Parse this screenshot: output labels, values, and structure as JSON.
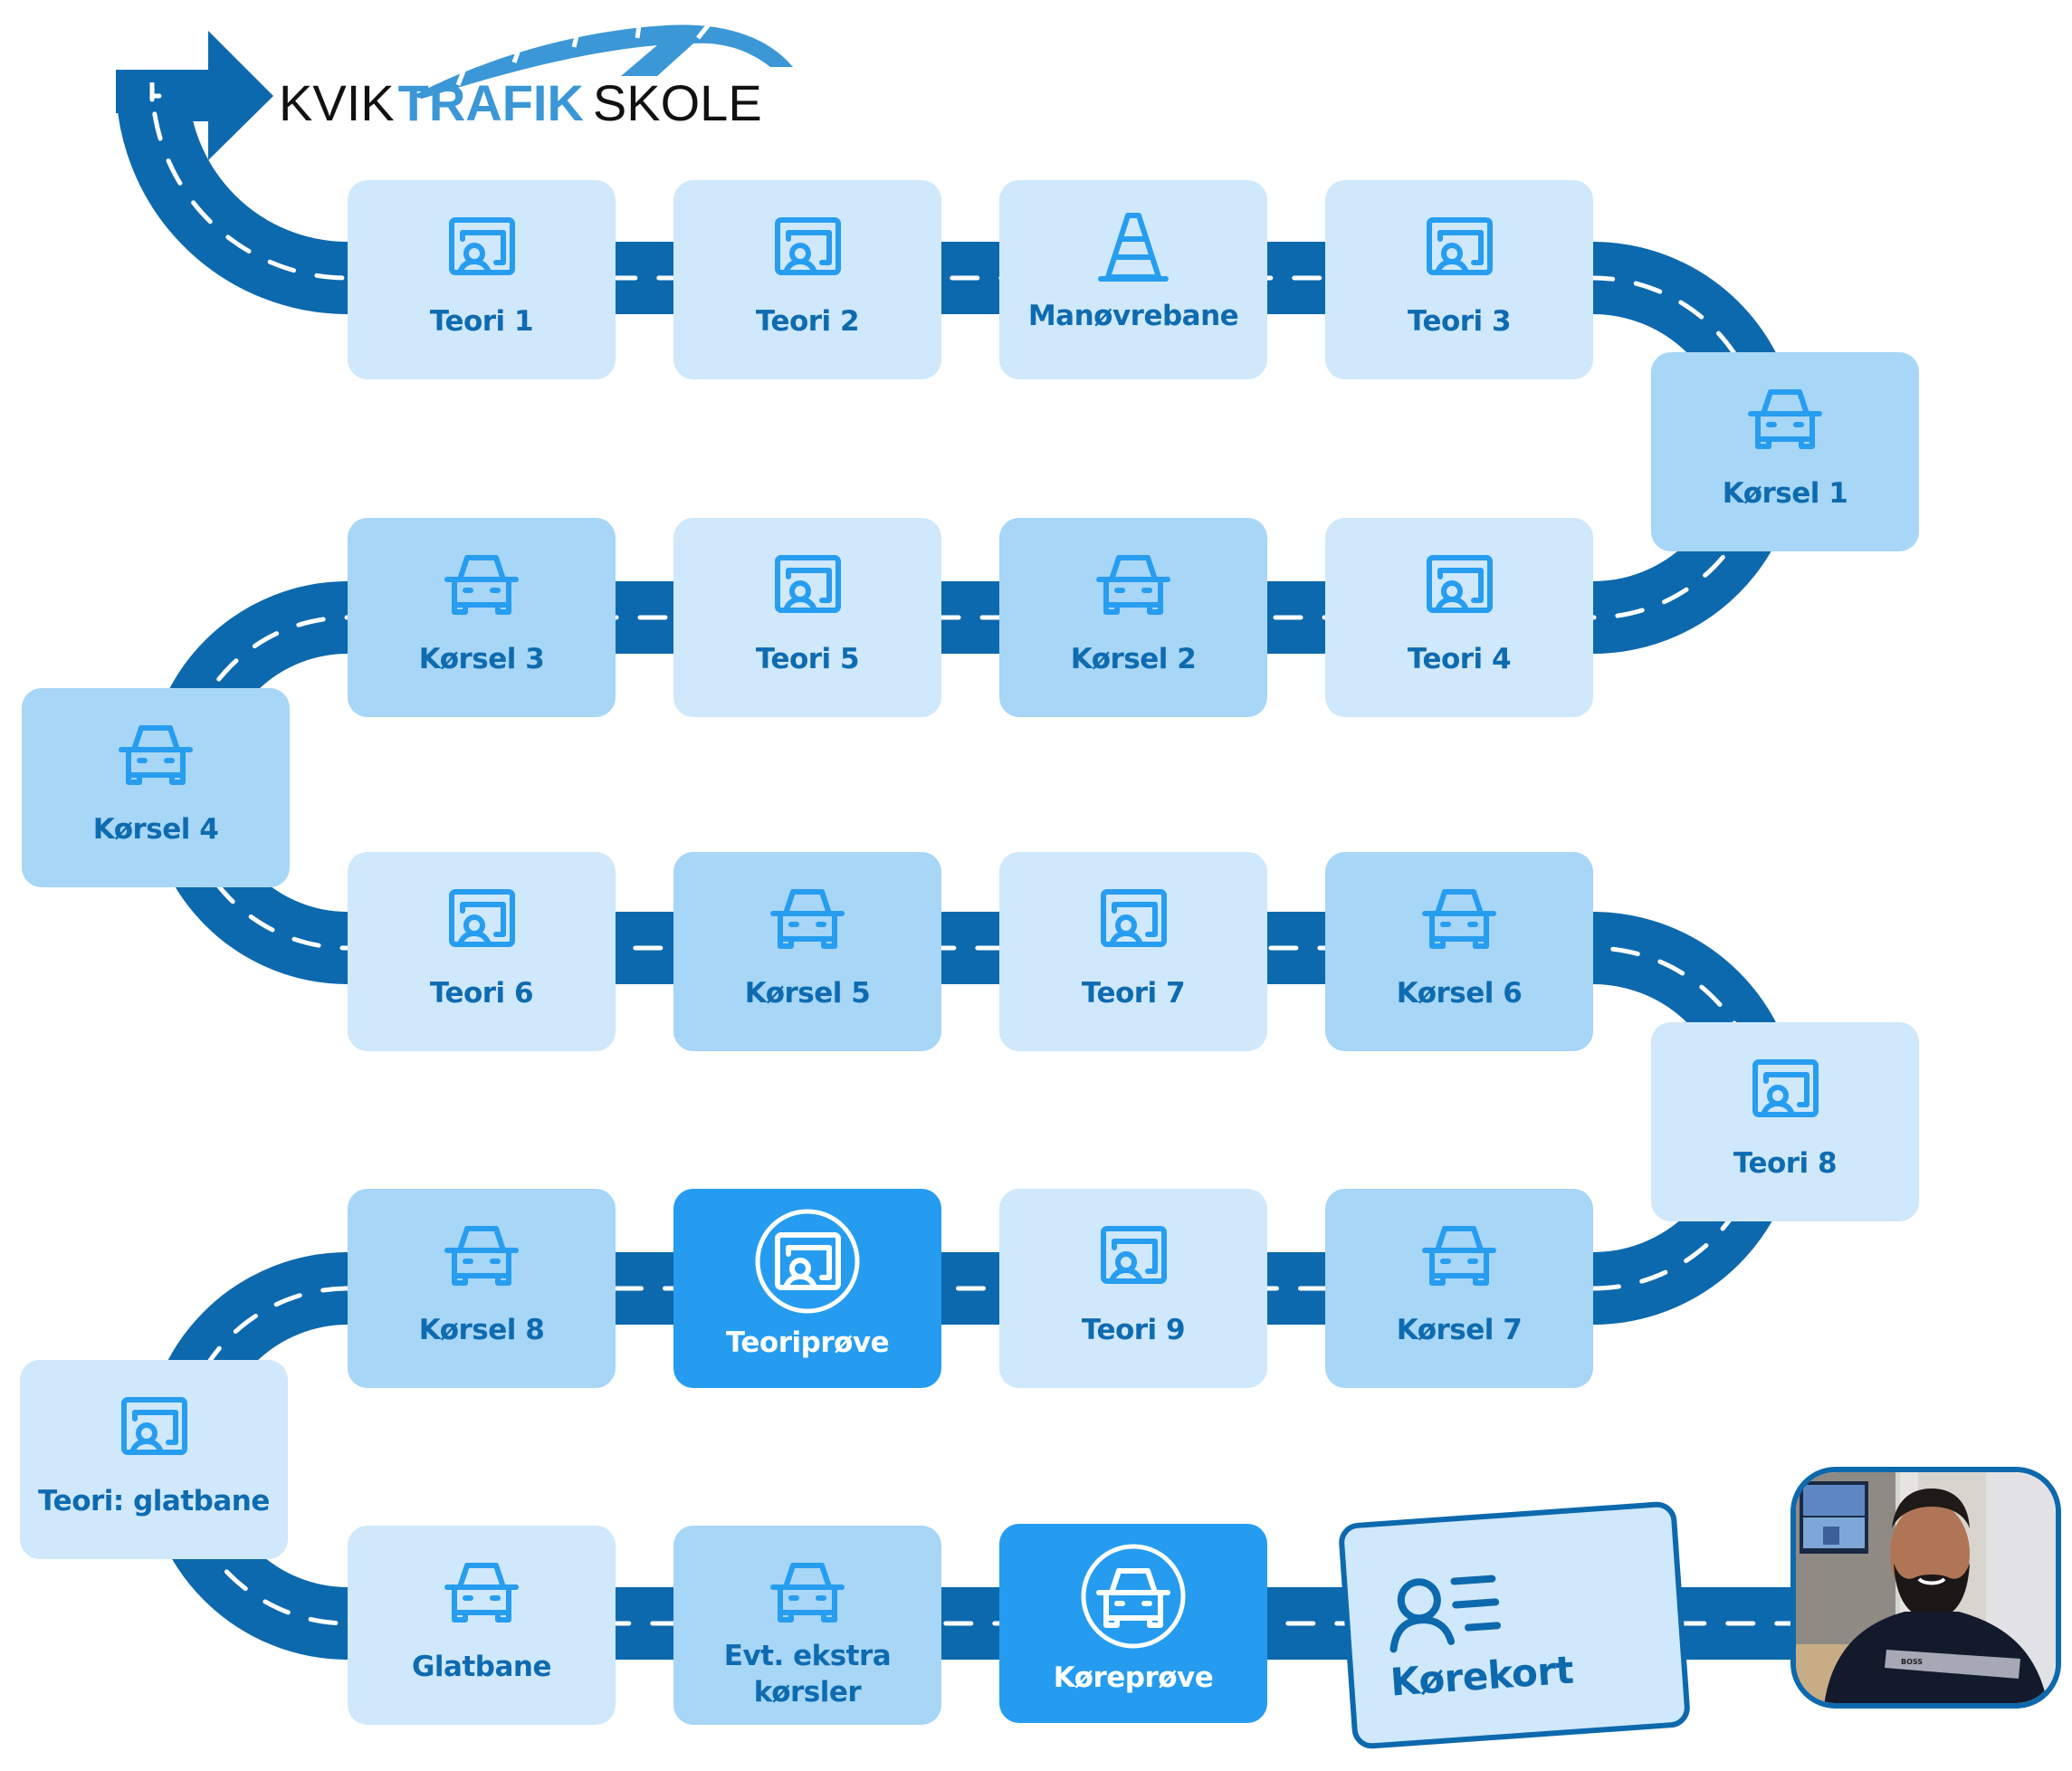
{
  "logo": {
    "part1": "KVIK",
    "part2": "TRAFIK",
    "part3": "SKOLE",
    "accent_color": "#3B97D6"
  },
  "colors": {
    "road": "#0D69AD",
    "theory_box": "#CFE8FB",
    "driving_box": "#A7D6F7",
    "exam_box": "#259CEF",
    "icon": "#279DF0",
    "label": "#0E6BB0"
  },
  "steps": [
    {
      "label": "Teori 1",
      "icon": "theory-icon",
      "kind": "teori"
    },
    {
      "label": "Teori 2",
      "icon": "theory-icon",
      "kind": "teori"
    },
    {
      "label": "Manøvrebane",
      "icon": "traffic-cone-icon",
      "kind": "teori"
    },
    {
      "label": "Teori 3",
      "icon": "theory-icon",
      "kind": "teori"
    },
    {
      "label": "Kørsel 1",
      "icon": "car-icon",
      "kind": "korsel"
    },
    {
      "label": "Teori 4",
      "icon": "theory-icon",
      "kind": "teori"
    },
    {
      "label": "Kørsel 2",
      "icon": "car-icon",
      "kind": "korsel"
    },
    {
      "label": "Teori 5",
      "icon": "theory-icon",
      "kind": "teori"
    },
    {
      "label": "Kørsel 3",
      "icon": "car-icon",
      "kind": "korsel"
    },
    {
      "label": "Kørsel 4",
      "icon": "car-icon",
      "kind": "korsel"
    },
    {
      "label": "Teori 6",
      "icon": "theory-icon",
      "kind": "teori"
    },
    {
      "label": "Kørsel 5",
      "icon": "car-icon",
      "kind": "korsel"
    },
    {
      "label": "Teori 7",
      "icon": "theory-icon",
      "kind": "teori"
    },
    {
      "label": "Kørsel 6",
      "icon": "car-icon",
      "kind": "korsel"
    },
    {
      "label": "Teori 8",
      "icon": "theory-icon",
      "kind": "teori"
    },
    {
      "label": "Kørsel 7",
      "icon": "car-icon",
      "kind": "korsel"
    },
    {
      "label": "Teori 9",
      "icon": "theory-icon",
      "kind": "teori"
    },
    {
      "label": "Teoriprøve",
      "icon": "theory-exam-icon",
      "kind": "exam"
    },
    {
      "label": "Kørsel 8",
      "icon": "car-icon",
      "kind": "korsel"
    },
    {
      "label": "Teori: glatbane",
      "icon": "theory-icon",
      "kind": "teori"
    },
    {
      "label": "Glatbane",
      "icon": "car-icon",
      "kind": "teori"
    },
    {
      "label": "Evt. ekstra kørsler",
      "icon": "car-icon",
      "kind": "korsel"
    },
    {
      "label": "Køreprøve",
      "icon": "driving-exam-icon",
      "kind": "exam"
    }
  ],
  "final": {
    "label": "Kørekort",
    "icon": "license-card-icon"
  },
  "photo": {
    "description": "instructor-portrait",
    "shirt_text": "BOSS"
  }
}
